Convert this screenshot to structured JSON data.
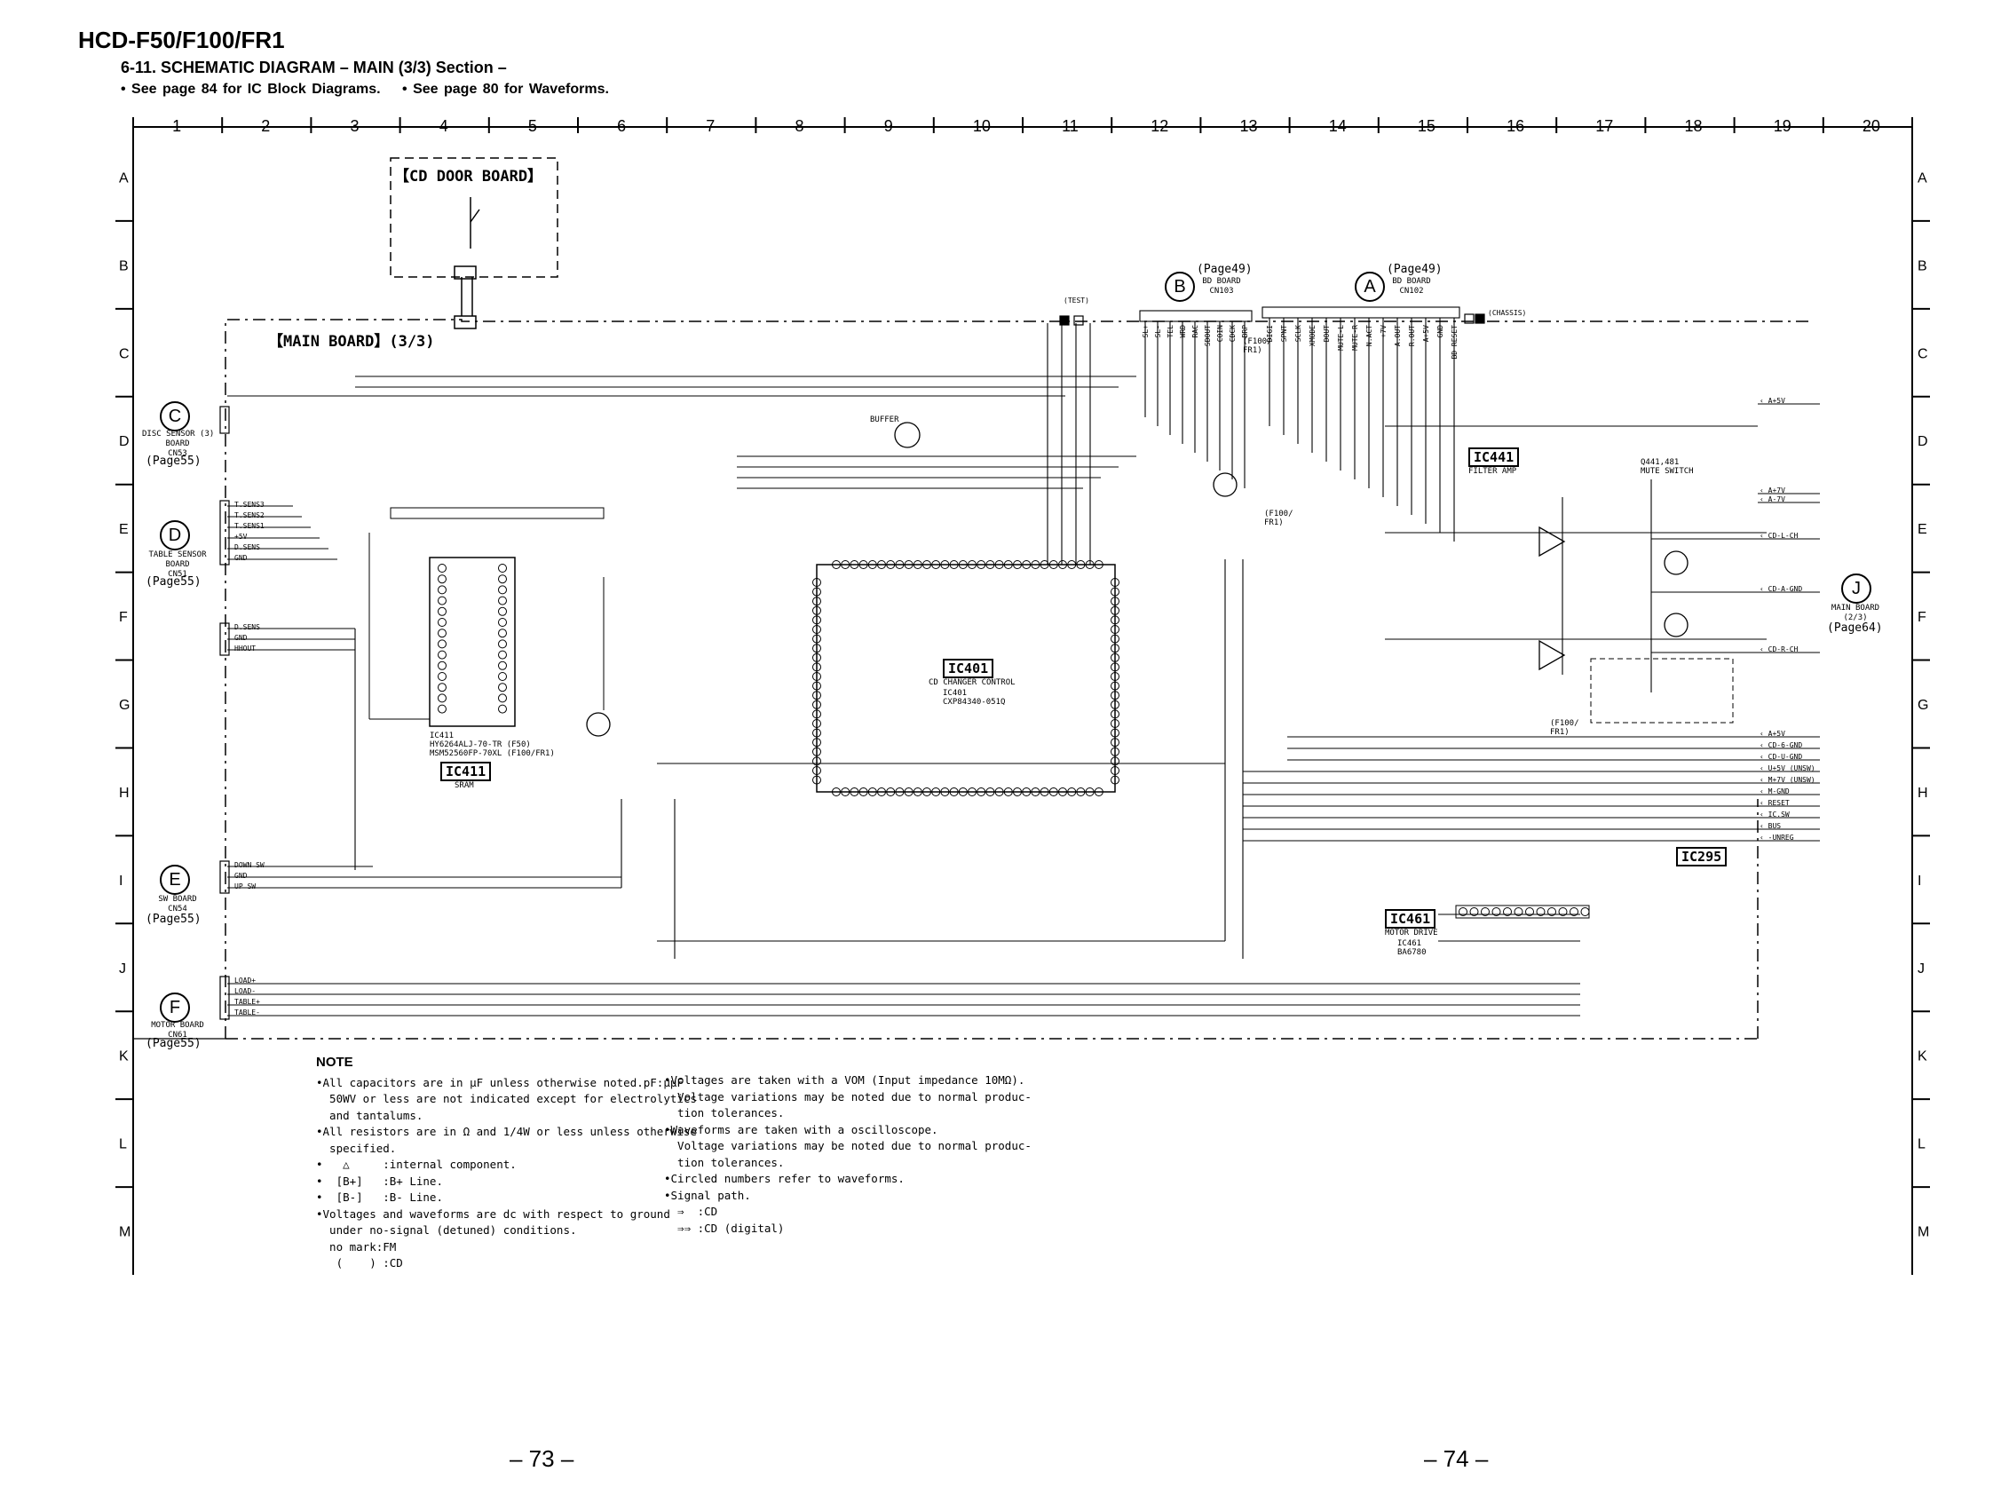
{
  "header": {
    "model": "HCD-F50/F100/FR1",
    "section_title": "6-11.  SCHEMATIC  DIAGRAM  – MAIN (3/3) Section –",
    "refs": [
      "• See page  84 for IC Block Diagrams.",
      "• See page 80 for Waveforms."
    ]
  },
  "grid": {
    "columns": [
      "1",
      "2",
      "3",
      "4",
      "5",
      "6",
      "7",
      "8",
      "9",
      "10",
      "11",
      "12",
      "13",
      "14",
      "15",
      "16",
      "17",
      "18",
      "19",
      "20"
    ],
    "rows": [
      "A",
      "B",
      "C",
      "D",
      "E",
      "F",
      "G",
      "H",
      "I",
      "J",
      "K",
      "L",
      "M"
    ]
  },
  "boards": {
    "cd_door": "【CD DOOR BOARD】",
    "main": "【MAIN BOARD】(3/3)"
  },
  "ics": {
    "ic401": {
      "name": "IC401",
      "desc": "CD CHANGER CONTROL",
      "part": "IC401\nCXP84340-051Q"
    },
    "ic411": {
      "name": "IC411",
      "desc": "SRAM",
      "part": "IC411\nHY6264ALJ-70-TR (F50)\nMSM52560FP-70XL (F100/FR1)"
    },
    "ic441": {
      "name": "IC441",
      "desc": "FILTER AMP"
    },
    "ic461": {
      "name": "IC461",
      "desc": "MOTOR DRIVE",
      "part": "IC461\nBA6780"
    },
    "ic295": {
      "name": "IC295"
    }
  },
  "connectors": [
    {
      "letter": "C",
      "board": "DISC SENSOR (3)\nBOARD\nCN53",
      "page": "(Page55)"
    },
    {
      "letter": "D",
      "board": "TABLE SENSOR\nBOARD\nCN51",
      "page": "(Page55)"
    },
    {
      "letter": "E",
      "board": "SW BOARD\nCN54",
      "page": "(Page55)"
    },
    {
      "letter": "F",
      "board": "MOTOR BOARD\nCN61",
      "page": "(Page55)"
    },
    {
      "letter": "B",
      "board": "BD BOARD\nCN103",
      "page": "(Page49)"
    },
    {
      "letter": "A",
      "board": "BD BOARD\nCN102",
      "page": "(Page49)"
    },
    {
      "letter": "J",
      "board": "MAIN BOARD\n(2/3)",
      "page": "(Page64)"
    }
  ],
  "labels": {
    "test": "(TEST)",
    "chassis": "(CHASSIS)",
    "buffer": "BUFFER",
    "mute_switch": "Q441,481\nMUTE SWITCH",
    "f100_fr1_a": "(F100/\nFR1)",
    "f100_fr1_b": "(F100/\nFR1)",
    "f100_fr1_c": "(F100/\nFR1)"
  },
  "right_signals": [
    "A+5V",
    "A+7V",
    "A-7V",
    "CD-L-CH",
    "CD-A-GND",
    "CD-R-CH",
    "A+5V",
    "CD-6-GND",
    "CD-U-GND",
    "U+5V (UNSW)",
    "M+7V (UNSW)",
    "M-GND",
    "RESET",
    "IC.SW",
    "BUS",
    "-UNREG"
  ],
  "d_sensor_signals": [
    "T.SENS3",
    "T.SENS2",
    "T.SENS1",
    "+5V",
    "D.SENS",
    "GND"
  ],
  "c_sensor_signals": [
    "D.SENS",
    "GND",
    "HHOUT"
  ],
  "e_signals": [
    "DOWN SW",
    "GND",
    "UP SW"
  ],
  "f_signals": [
    "LOAD+",
    "LOAD-",
    "TABLE+",
    "TABLE-"
  ],
  "a_pins": [
    "DIGI",
    "SPNT",
    "SCLK",
    "XMODE",
    "DOUT",
    "MUTE-L",
    "MUTE-R",
    "N.ACT",
    "+7V",
    "A.OUT",
    "R.OUT",
    "A+5V",
    "GND",
    "BD RESET"
  ],
  "b_pins": [
    "SL+",
    "SL-",
    "TEL",
    "WRD",
    "RAC",
    "SDOUT",
    "COIN",
    "CDCK",
    "BRP"
  ],
  "notes": {
    "title": "NOTE",
    "left": [
      "•All capacitors are in μF unless otherwise noted.pF:μμF",
      "  50WV or less are not indicated except for electrolytics",
      "  and tantalums.",
      "•All resistors are in Ω and 1/4W or less unless otherwise",
      "  specified.",
      "•   △     :internal component.",
      "•  [B+]   :B+ Line.",
      "•  [B-]   :B- Line.",
      "•Voltages and waveforms are dc with respect to ground",
      "  under no-signal (detuned) conditions.",
      "  no mark:FM",
      "   (    ) :CD"
    ],
    "right": [
      "•Voltages are taken with a VOM (Input impedance 10MΩ).",
      "  Voltage variations may be noted due to normal produc-",
      "  tion tolerances.",
      "•Waveforms are taken with a oscilloscope.",
      "  Voltage variations may be noted due to normal produc-",
      "  tion tolerances.",
      "•Circled numbers refer to waveforms.",
      "•Signal path.",
      "  ⇒  :CD",
      "  ⇒⇒ :CD (digital)"
    ]
  },
  "pages": {
    "left": "– 73 –",
    "right": "– 74 –"
  }
}
